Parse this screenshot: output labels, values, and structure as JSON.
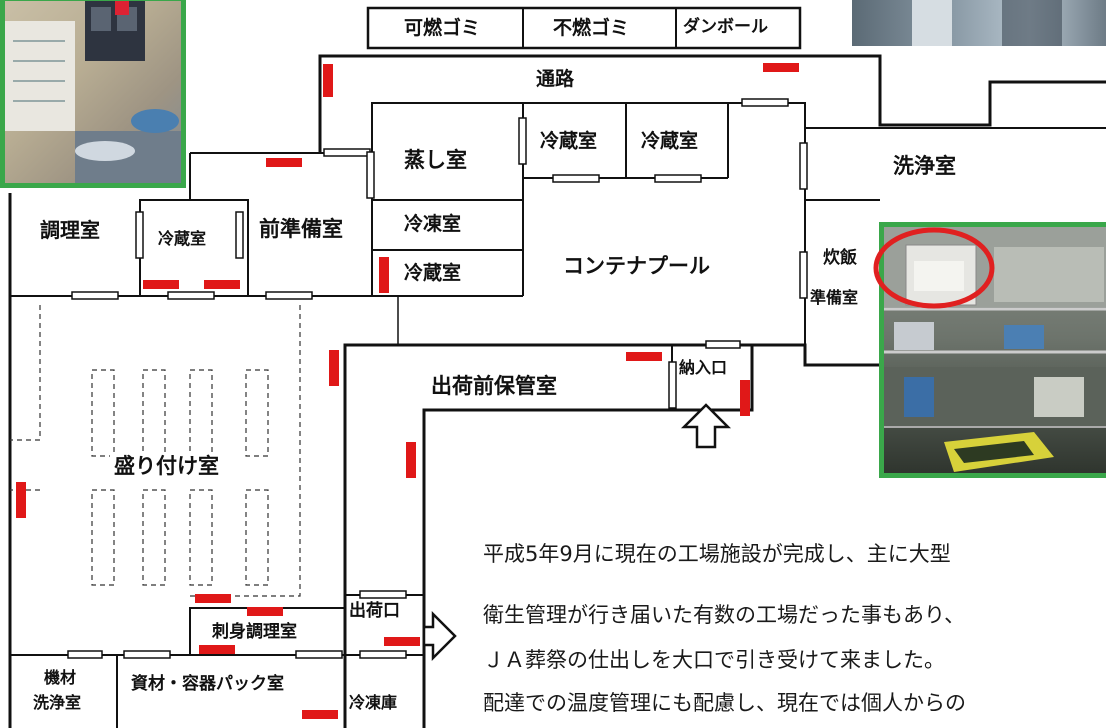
{
  "rooms": {
    "burnable": "可燃ゴミ",
    "nonburnable": "不燃ゴミ",
    "cardboard": "ダンボール",
    "passage": "通路",
    "steam": "蒸し室",
    "fridge_a": "冷蔵室",
    "fridge_b": "冷蔵室",
    "wash": "洗浄室",
    "cooking": "調理室",
    "fridge_small": "冷蔵室",
    "prep": "前準備室",
    "freezer": "冷凍室",
    "fridge_c": "冷蔵室",
    "container_pool": "コンテナプール",
    "rice_prep_1": "炊飯",
    "rice_prep_2": "準備室",
    "pre_ship_storage": "出荷前保管室",
    "delivery_in": "納入口",
    "plating": "盛り付け室",
    "shipping_out": "出荷口",
    "sashimi": "刺身調理室",
    "equip_wash_1": "機材",
    "equip_wash_2": "洗浄室",
    "materials": "資材・容器パック室",
    "freezer_store": "冷凍庫"
  },
  "text": {
    "line1": "平成5年9月に現在の工場施設が完成し、主に大型",
    "line2": "衛生管理が行き届いた有数の工場だった事もあり、",
    "line3": "ＪＡ葬祭の仕出しを大口で引き受けて来ました。",
    "line4": "配達での温度管理にも配慮し、現在では個人からの"
  },
  "colors": {
    "wall": "#111111",
    "marker": "#e01818",
    "photo_frame": "#3aa74a",
    "highlight_circle": "#e02020"
  }
}
